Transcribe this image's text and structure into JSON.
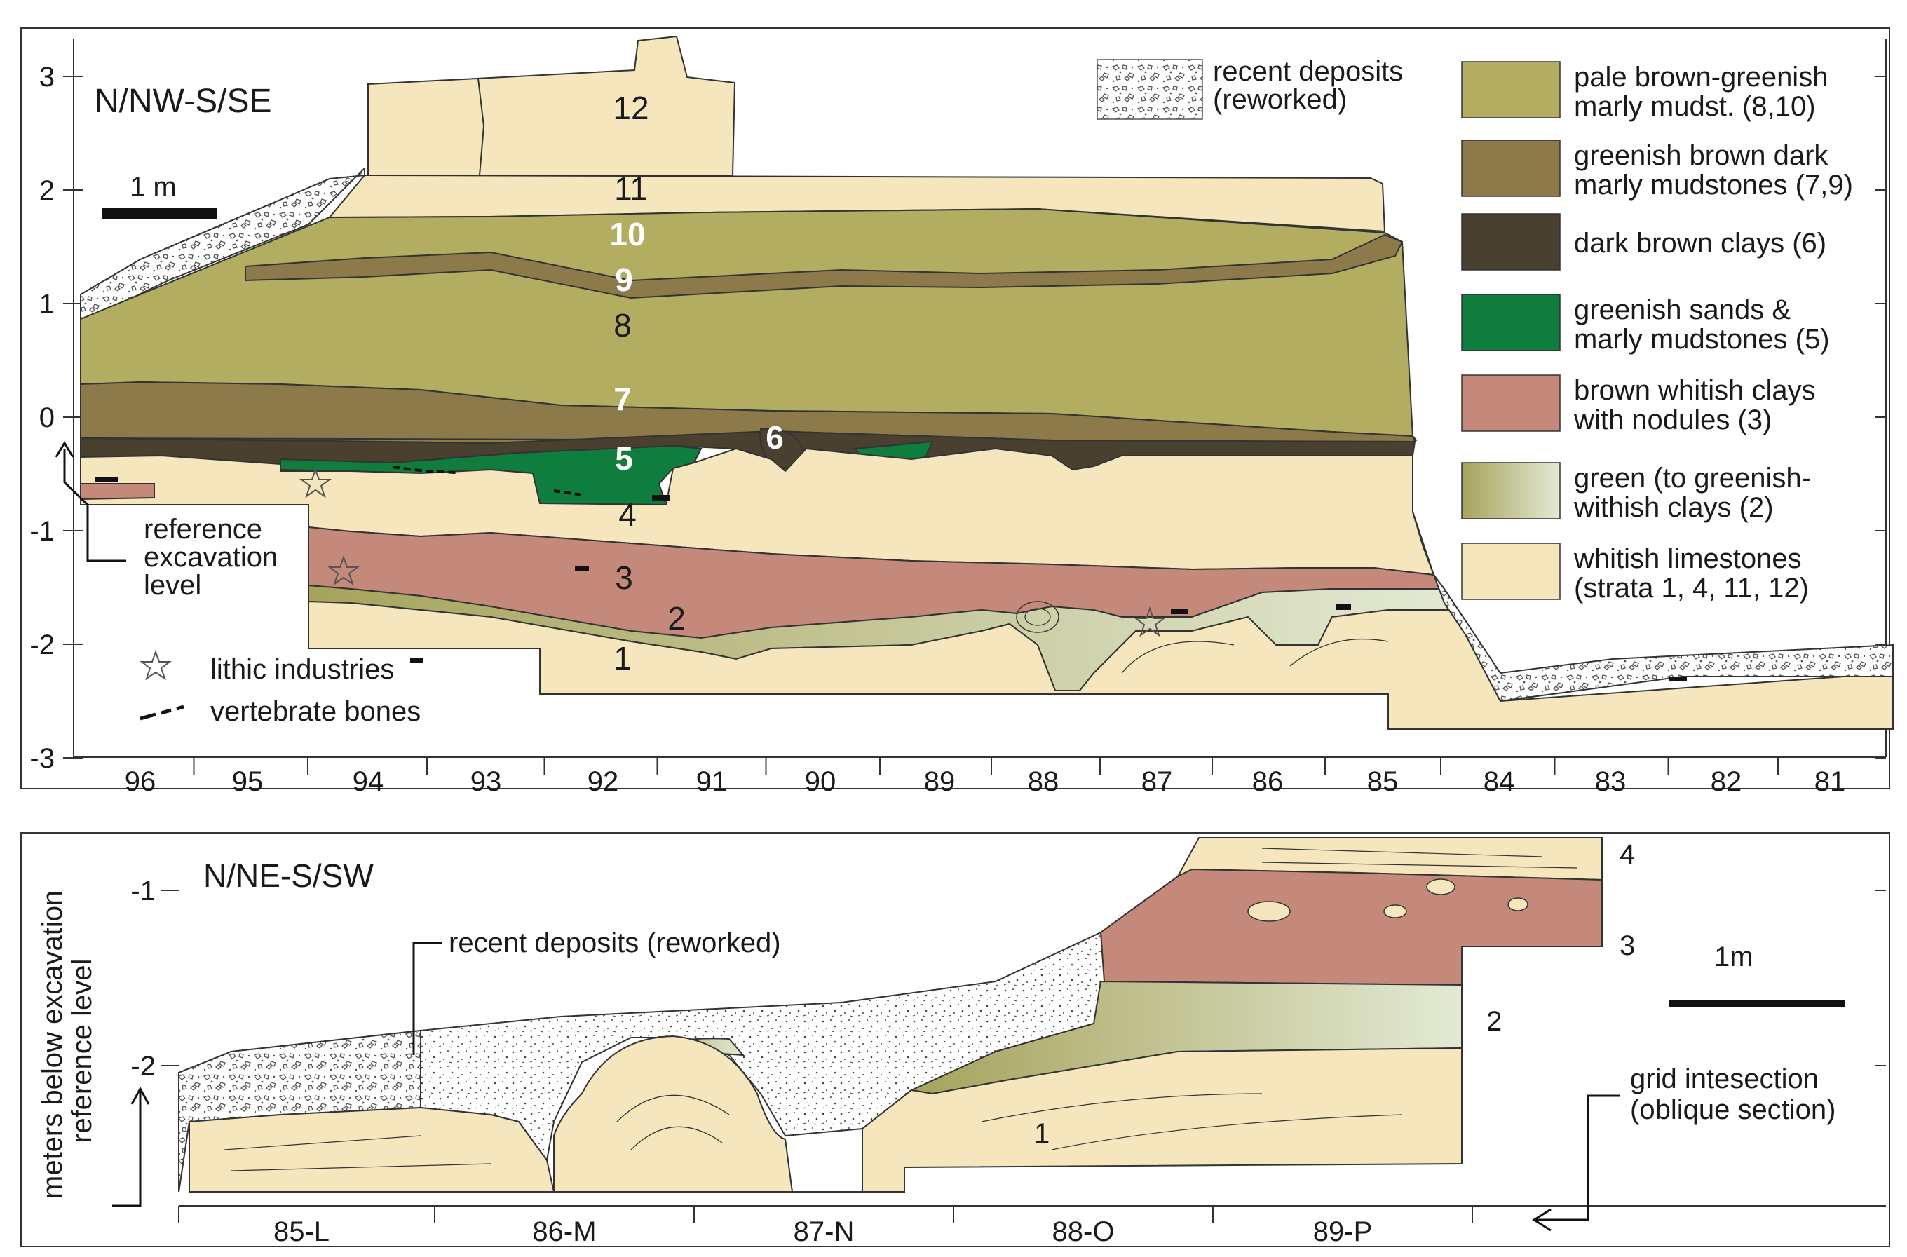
{
  "colors": {
    "pale_brown_greenish": "#b3ad62",
    "greenish_brown_dark": "#8d7a4a",
    "dark_brown": "#4a4030",
    "greenish_sands": "#0f7d3e",
    "brown_whitish": "#c4897a",
    "green_to_whitish_start": "#a6a35c",
    "green_to_whitish_end": "#e3ead4",
    "whitish_limestone": "#f6e6bd",
    "outline": "#333333",
    "bone": "#111111",
    "recent_deposit_stroke": "#555555"
  },
  "top_section": {
    "title": "N/NW-S/SE",
    "scale_label": "1 m",
    "reference_note": [
      "reference",
      "excavation",
      "level"
    ],
    "y_axis_ticks": [
      {
        "value": 3,
        "label": "3"
      },
      {
        "value": 2,
        "label": "2"
      },
      {
        "value": 1,
        "label": "1"
      },
      {
        "value": 0,
        "label": "0"
      },
      {
        "value": -1,
        "label": "-1"
      },
      {
        "value": -2,
        "label": "-2"
      },
      {
        "value": -3,
        "label": "-3"
      }
    ],
    "x_axis_labels": [
      "96",
      "95",
      "94",
      "93",
      "92",
      "91",
      "90",
      "89",
      "88",
      "87",
      "86",
      "85",
      "84",
      "83",
      "82",
      "81"
    ],
    "strata_numbers": [
      {
        "label": "12",
        "light": false
      },
      {
        "label": "11",
        "light": false
      },
      {
        "label": "10",
        "light": true
      },
      {
        "label": "9",
        "light": true
      },
      {
        "label": "8",
        "light": false
      },
      {
        "label": "7",
        "light": true
      },
      {
        "label": "6",
        "light": true
      },
      {
        "label": "5",
        "light": true
      },
      {
        "label": "4",
        "light": false
      },
      {
        "label": "3",
        "light": false
      },
      {
        "label": "2",
        "light": false
      },
      {
        "label": "1",
        "light": false
      }
    ],
    "symbol_legend": [
      {
        "symbol": "star",
        "label": "lithic industries"
      },
      {
        "symbol": "bones",
        "label": "vertebrate bones"
      }
    ]
  },
  "legend": {
    "recent": [
      "recent deposits",
      "(reworked)"
    ],
    "items": [
      {
        "color_key": "pale_brown_greenish",
        "lines": [
          "pale brown-greenish",
          "marly mudst. (8,10)"
        ]
      },
      {
        "color_key": "greenish_brown_dark",
        "lines": [
          "greenish brown dark",
          "marly mudstones (7,9)"
        ]
      },
      {
        "color_key": "dark_brown",
        "lines": [
          "dark brown clays (6)"
        ]
      },
      {
        "color_key": "greenish_sands",
        "lines": [
          "greenish sands &",
          "marly mudstones (5)"
        ]
      },
      {
        "color_key": "brown_whitish",
        "lines": [
          "brown whitish clays",
          "with nodules (3)"
        ]
      },
      {
        "color_key": "green_gradient",
        "lines": [
          "green (to greenish-",
          "withish clays (2)"
        ]
      },
      {
        "color_key": "whitish_limestone",
        "lines": [
          "whitish limestones",
          "(strata 1, 4, 11, 12)"
        ]
      }
    ]
  },
  "bottom_section": {
    "title": "N/NE-S/SW",
    "y_axis_title": [
      "meters below excavation",
      "reference level"
    ],
    "y_axis_ticks": [
      {
        "value": -1,
        "label": "-1"
      },
      {
        "value": -2,
        "label": "-2"
      }
    ],
    "x_axis_labels": [
      "85-L",
      "86-M",
      "87-N",
      "88-O",
      "89-P"
    ],
    "recent_label": "recent deposits (reworked)",
    "strata_numbers": [
      "4",
      "3",
      "2",
      "1"
    ],
    "scale_label": "1m",
    "grid_note": [
      "grid intesection",
      "(oblique section)"
    ]
  }
}
